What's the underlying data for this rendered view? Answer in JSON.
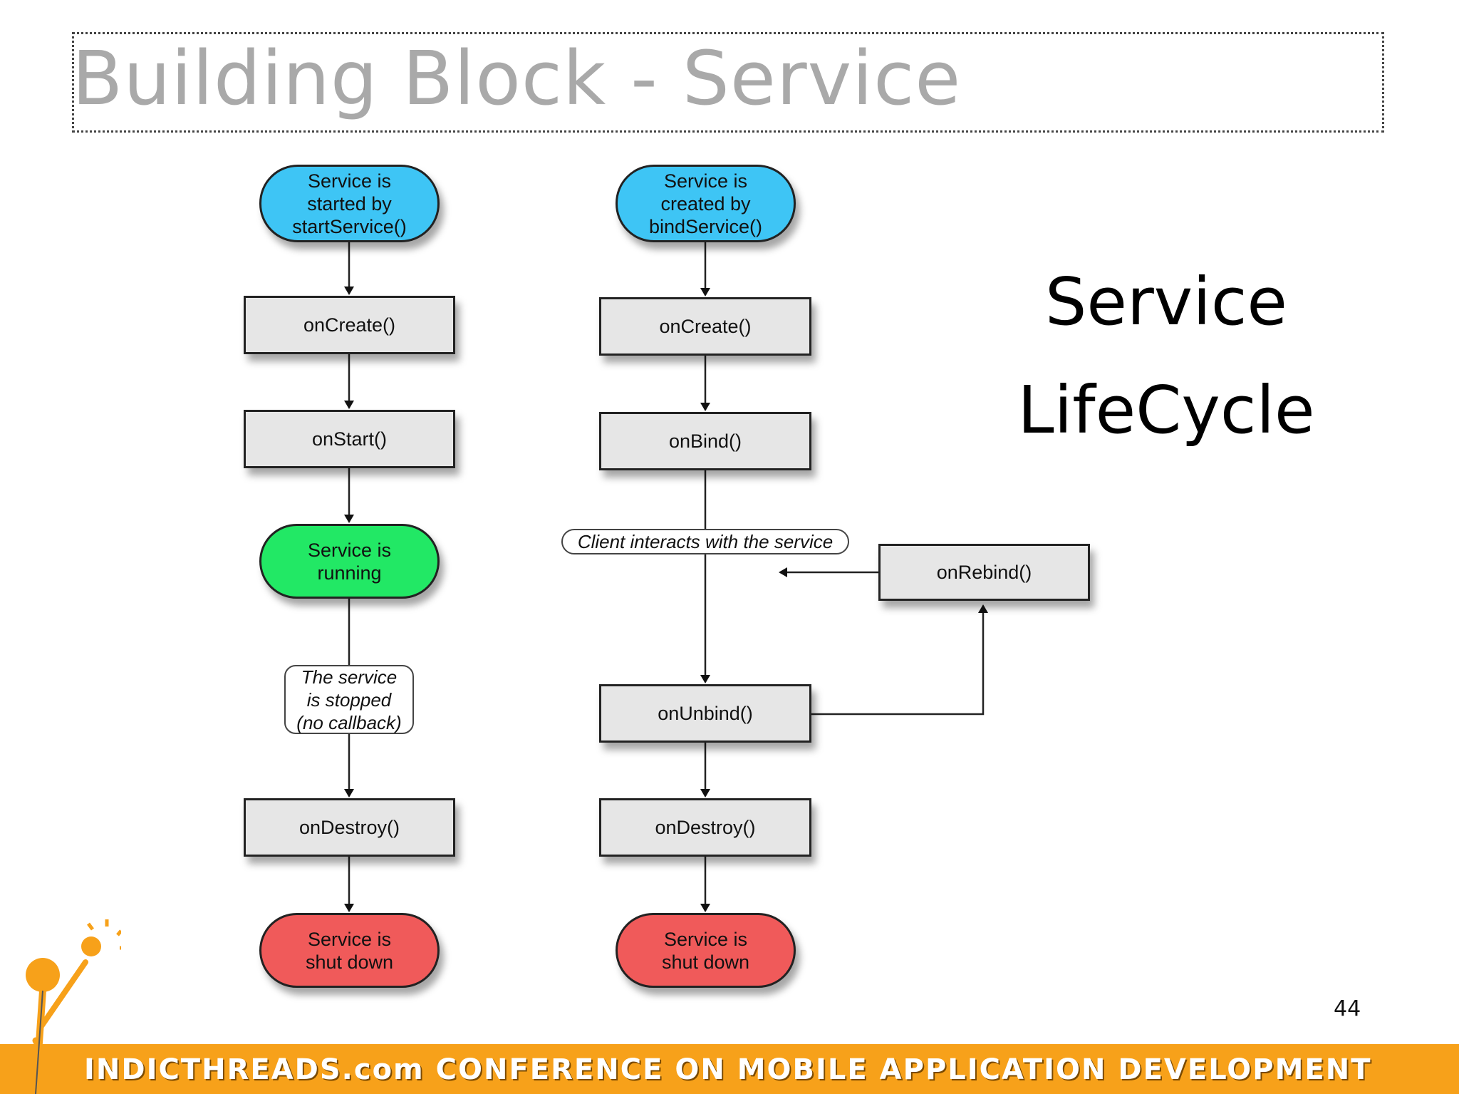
{
  "slide": {
    "title": "Building Block - Service",
    "side_title_line1": "Service",
    "side_title_line2": "LifeCycle",
    "page_number": "44"
  },
  "footer": {
    "text": "INDICTHREADS.com CONFERENCE ON MOBILE APPLICATION DEVELOPMENT",
    "color": "#f7a11a"
  },
  "diagram": {
    "started_flow": {
      "start": "Service is\nstarted by\nstartService()",
      "on_create": "onCreate()",
      "on_start": "onStart()",
      "running": "Service is\nrunning",
      "stopped_note": "The service\nis stopped\n(no callback)",
      "on_destroy": "onDestroy()",
      "shut_down": "Service is\nshut down"
    },
    "bound_flow": {
      "start": "Service is\ncreated by\nbindService()",
      "on_create": "onCreate()",
      "on_bind": "onBind()",
      "client_note": "Client interacts with the service",
      "on_rebind": "onRebind()",
      "on_unbind": "onUnbind()",
      "on_destroy": "onDestroy()",
      "shut_down": "Service is\nshut down"
    },
    "colors": {
      "start": "#3ec5f5",
      "running": "#22e865",
      "shut_down": "#f05a5a",
      "callback": "#e6e6e6"
    }
  }
}
